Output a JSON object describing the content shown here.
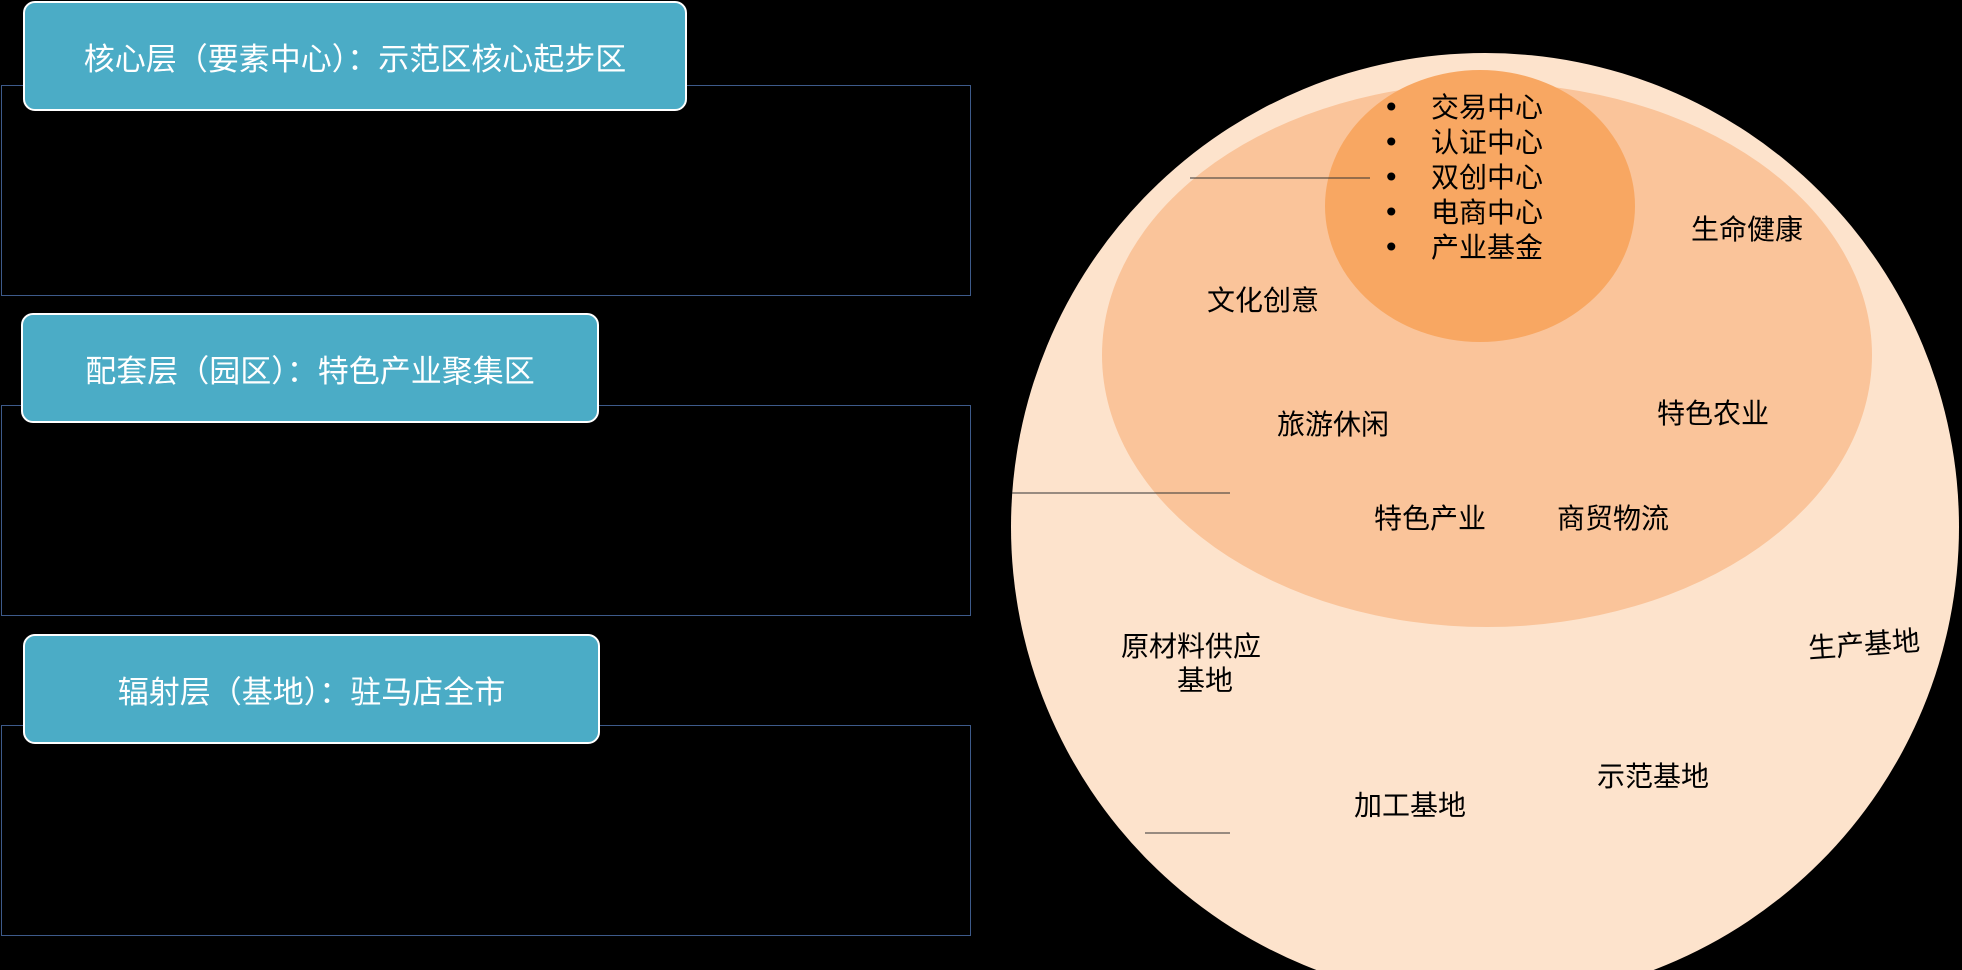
{
  "layers": [
    {
      "label": "核心层（要素中心）：示范区核心起步区"
    },
    {
      "label": "配套层（园区）：特色产业聚集区"
    },
    {
      "label": "辐射层（基地）：驻马店全市"
    }
  ],
  "core_items": [
    "交易中心",
    "认证中心",
    "双创中心",
    "电商中心",
    "产业基金"
  ],
  "middle_items": [
    "生命健康",
    "文化创意",
    "旅游休闲",
    "特色农业",
    "特色产业",
    "商贸物流"
  ],
  "outer_items": [
    "原材料供应",
    "基地",
    "生产基地",
    "示范基地",
    "加工基地"
  ],
  "bullet_glyph": "•",
  "colors": {
    "tag_bg": "#4bacc6",
    "panel_border": "#3d5a8a",
    "outer_circle": "#fde3cc",
    "middle_ellipse": "#fac49a",
    "core_circle": "#f8a762"
  }
}
